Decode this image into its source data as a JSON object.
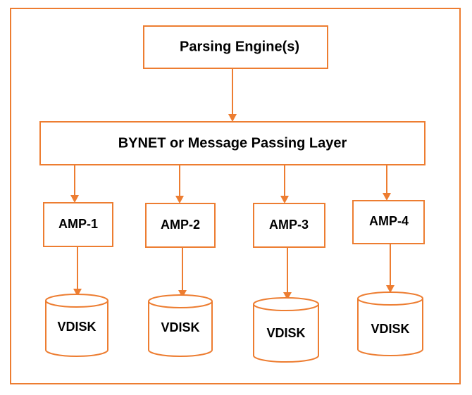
{
  "diagram": {
    "parsing_engine": "Parsing Engine(s)",
    "bynet": "BYNET or Message Passing Layer",
    "amps": [
      "AMP-1",
      "AMP-2",
      "AMP-3",
      "AMP-4"
    ],
    "vdisks": [
      "VDISK",
      "VDISK",
      "VDISK",
      "VDISK"
    ]
  },
  "colors": {
    "accent": "#ed7d31",
    "text": "#000000",
    "background": "#ffffff"
  }
}
